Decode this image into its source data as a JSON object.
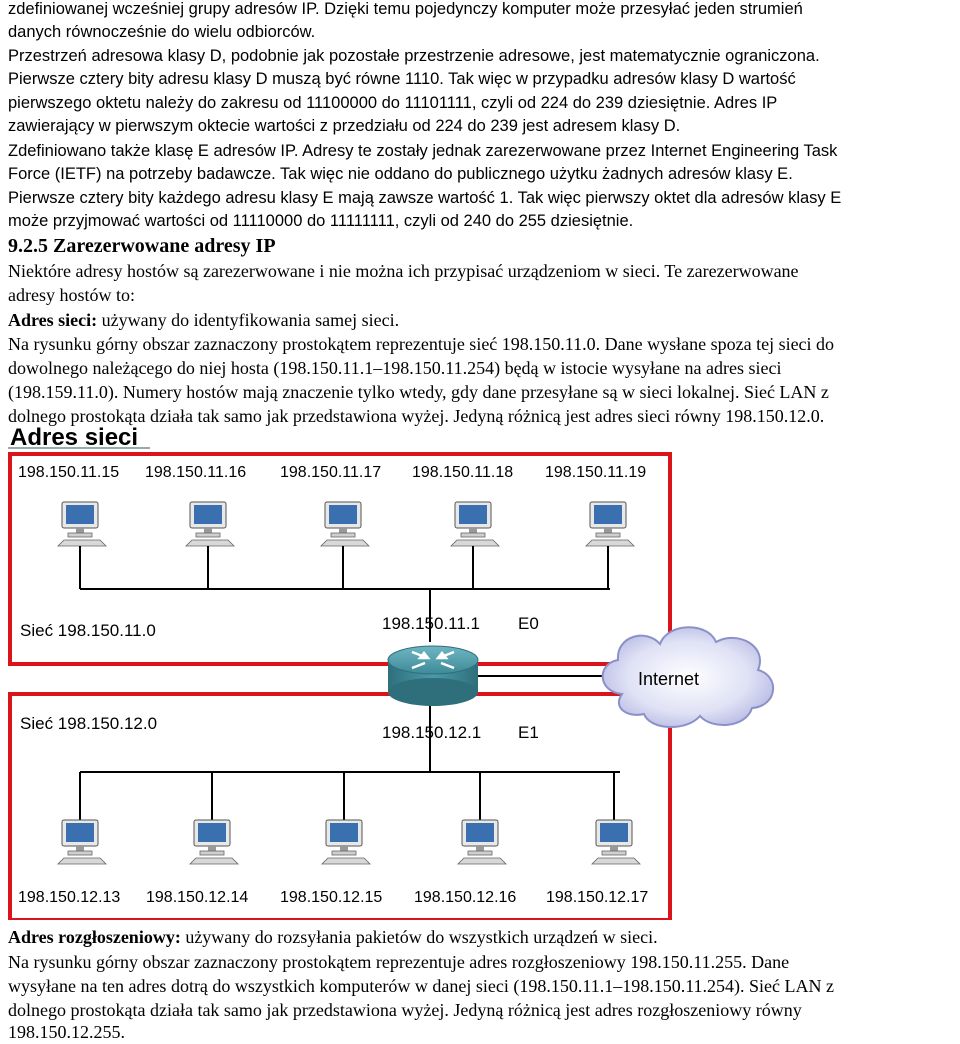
{
  "para1": {
    "line1": "zdefiniowanej wcześniej grupy adresów IP. Dzięki temu pojedynczy komputer może przesyłać jeden strumień",
    "line2": "danych równocześnie do wielu odbiorców."
  },
  "para2": {
    "line1": "Przestrzeń adresowa klasy D, podobnie jak pozostałe przestrzenie adresowe, jest matematycznie ograniczona.",
    "line2": "Pierwsze cztery bity adresu klasy D muszą być równe 1110. Tak więc w przypadku adresów klasy D wartość",
    "line3": "pierwszego oktetu należy do zakresu od 11100000 do 11101111, czyli od 224 do 239 dziesiętnie. Adres IP",
    "line4": "zawierający w pierwszym oktecie wartości z przedziału od 224 do 239 jest adresem klasy D."
  },
  "para3": {
    "line1": "Zdefiniowano także klasę E adresów IP. Adresy te zostały jednak zarezerwowane przez Internet Engineering Task",
    "line2": "Force (IETF) na potrzeby badawcze. Tak więc nie oddano do publicznego użytku żadnych adresów klasy E.",
    "line3": "Pierwsze cztery bity każdego adresu klasy E mają zawsze wartość 1. Tak więc pierwszy oktet dla adresów klasy E",
    "line4": "może przyjmować wartości od 11110000 do 11111111, czyli od 240 do 255 dziesiętnie."
  },
  "section": {
    "heading": "9.2.5 Zarezerwowane adresy IP",
    "intro1": "Niektóre adresy hostów są zarezerwowane i nie można ich przypisać urządzeniom w sieci. Te zarezerwowane",
    "intro2": "adresy hostów to:"
  },
  "network_address": {
    "term": "Adres sieci:",
    "definition": " używany do identyfikowania samej sieci.",
    "line1": "Na rysunku górny obszar zaznaczony prostokątem reprezentuje sieć 198.150.11.0. Dane wysłane spoza tej sieci do",
    "line2": "dowolnego należącego do niej hosta (198.150.11.1–198.150.11.254) będą w istocie wysyłane na adres sieci",
    "line3": "(198.159.11.0). Numery hostów mają znaczenie tylko wtedy, gdy dane przesyłane są w sieci lokalnej. Sieć LAN z",
    "line4": "dolnego prostokąta działa tak samo jak przedstawiona wyżej. Jedyną różnicą jest adres sieci równy 198.150.12.0."
  },
  "diagram": {
    "title": "Adres sieci",
    "top_hosts": [
      "198.150.11.15",
      "198.150.11.16",
      "198.150.11.17",
      "198.150.11.18",
      "198.150.11.19"
    ],
    "bottom_hosts": [
      "198.150.12.13",
      "198.150.12.14",
      "198.150.12.15",
      "198.150.12.16",
      "198.150.12.17"
    ],
    "top_network_label": "Sieć  198.150.11.0",
    "bottom_network_label": "Sieć  198.150.12.0",
    "router_top_ip": "198.150.11.1",
    "router_top_iface": "E0",
    "router_bottom_ip": "198.150.12.1",
    "router_bottom_iface": "E1",
    "cloud_label": "Internet",
    "colors": {
      "highlight": "#d9141b",
      "router": "#3f8a98",
      "cloud": "#c4c7ea",
      "link": "#000000"
    }
  },
  "broadcast_address": {
    "term": "Adres rozgłoszeniowy:",
    "definition": " używany do rozsyłania pakietów do wszystkich urządzeń w sieci.",
    "line1": "Na rysunku górny obszar zaznaczony prostokątem reprezentuje adres rozgłoszeniowy 198.150.11.255. Dane",
    "line2": "wysyłane na ten adres dotrą do wszystkich komputerów w danej sieci (198.150.11.1–198.150.11.254). Sieć LAN z",
    "line3": "dolnego prostokąta działa tak samo jak przedstawiona wyżej. Jedyną różnicą jest adres rozgłoszeniowy równy",
    "line4": "198.150.12.255."
  }
}
